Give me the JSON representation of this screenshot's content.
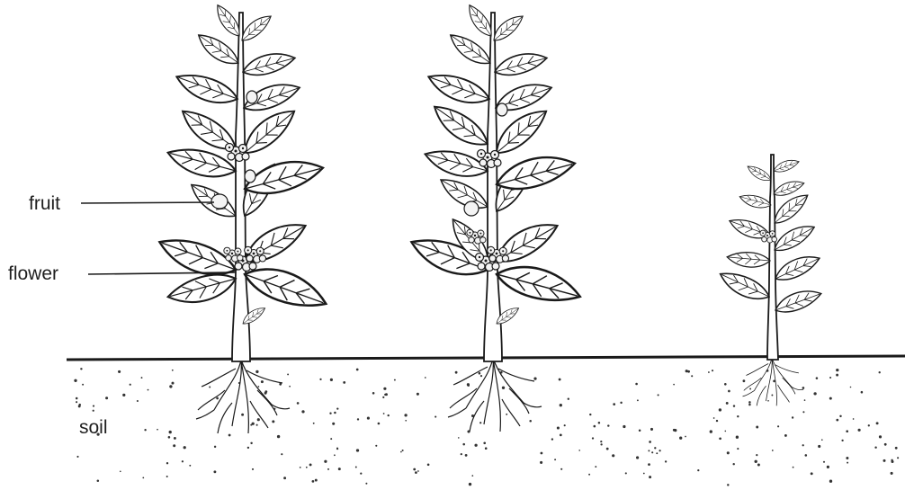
{
  "labels": {
    "fruit": "fruit",
    "flower": "flower",
    "soil": "soil"
  },
  "colors": {
    "ink": "#1a1a1a",
    "background": "#ffffff"
  },
  "plants": [
    {
      "name": "plant-left",
      "size": "tall",
      "has_flowers": true
    },
    {
      "name": "plant-middle",
      "size": "tall",
      "has_flowers": true
    },
    {
      "name": "plant-right",
      "size": "small",
      "has_flowers": true
    }
  ]
}
